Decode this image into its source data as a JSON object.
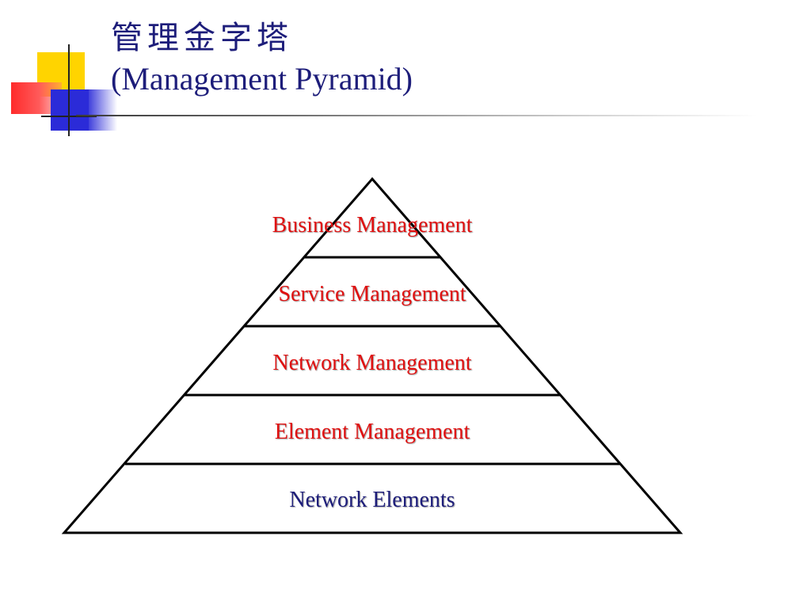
{
  "slide": {
    "title_zh": "管理金字塔",
    "title_en": "(Management Pyramid)"
  },
  "pyramid": {
    "layers": [
      {
        "label": "Business Management",
        "color": "#e01010"
      },
      {
        "label": "Service Management",
        "color": "#e01010"
      },
      {
        "label": "Network Management",
        "color": "#e01010"
      },
      {
        "label": "Element Management",
        "color": "#e01010"
      },
      {
        "label": "Network Elements",
        "color": "#1d1d7a"
      }
    ]
  },
  "colors": {
    "title": "#1d1d7a",
    "accent_red": "#e01010",
    "accent_blue": "#1d1d7a",
    "deco_yellow": "#ffd400",
    "deco_red": "#ff2b2b",
    "deco_blue": "#2b2bd8"
  }
}
